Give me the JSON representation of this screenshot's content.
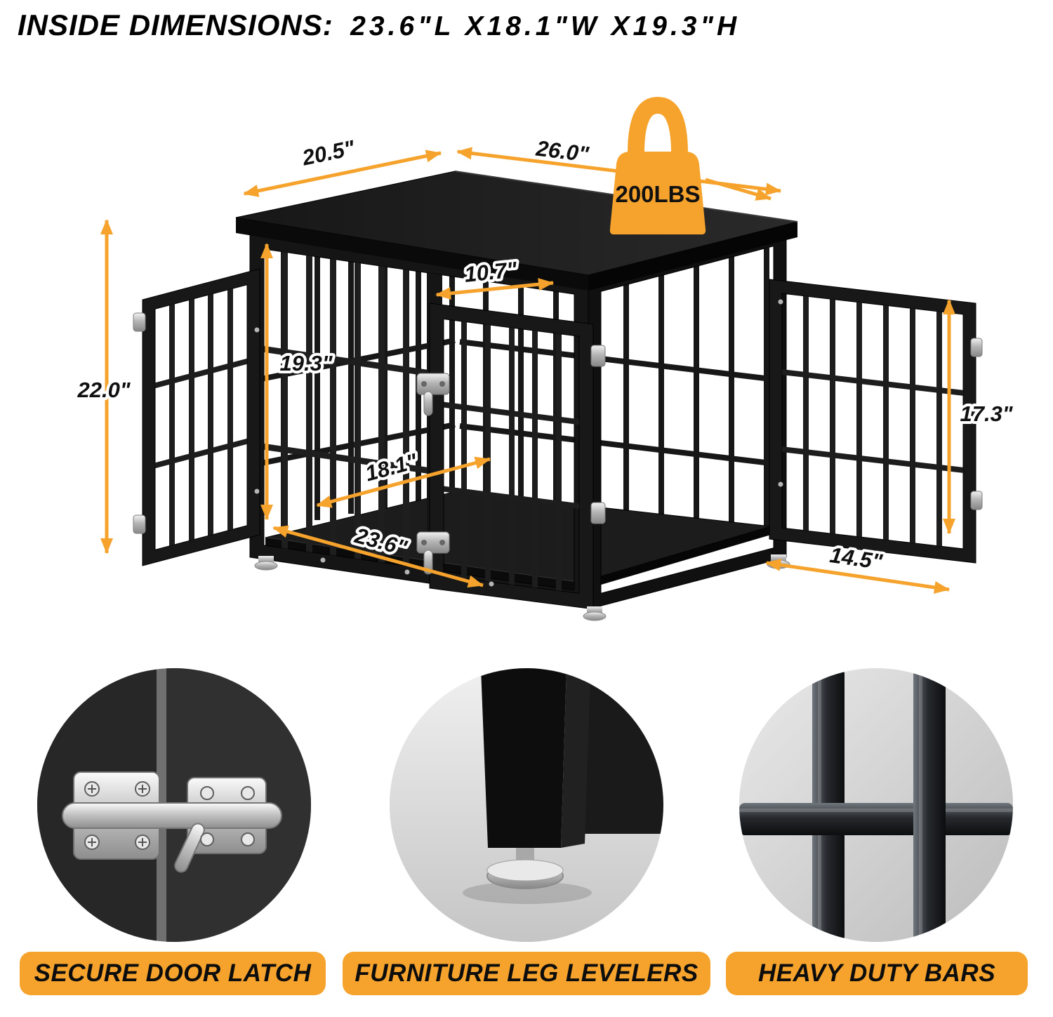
{
  "header": {
    "label": "INSIDE DIMENSIONS:",
    "value": "23.6\"L  X18.1\"W  X19.3\"H"
  },
  "diagram": {
    "weight_capacity": "200LBS",
    "accent_color": "#F5A32C",
    "crate_color": "#151515",
    "dimensions": {
      "top_depth": "20.5\"",
      "top_width": "26.0\"",
      "door_width": "10.7\"",
      "inner_height": "19.3\"",
      "outer_height": "22.0\"",
      "inner_depth": "18.1\"",
      "inner_length": "23.6\"",
      "side_door_height": "17.3\"",
      "side_door_width": "14.5\""
    }
  },
  "features": [
    {
      "label": "SECURE DOOR LATCH",
      "icon": "door-latch-icon"
    },
    {
      "label": "FURNITURE LEG LEVELERS",
      "icon": "leg-leveler-icon"
    },
    {
      "label": "HEAVY DUTY BARS",
      "icon": "heavy-bars-icon"
    }
  ]
}
